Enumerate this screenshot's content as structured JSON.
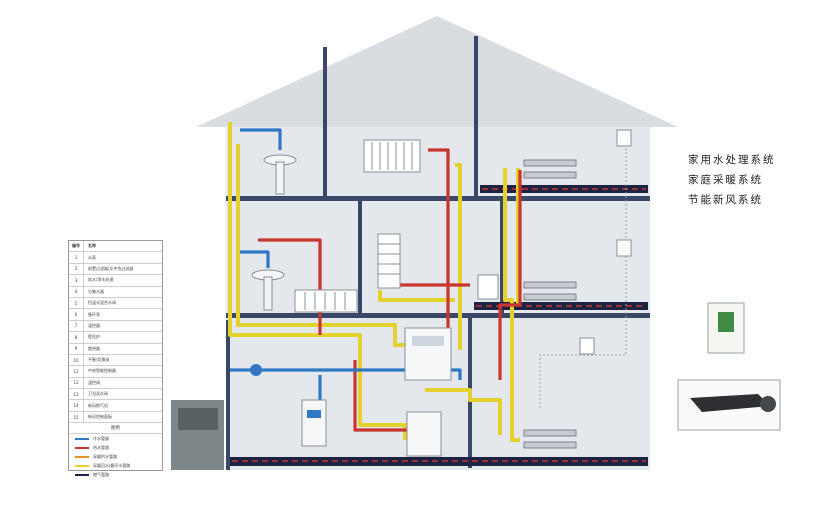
{
  "systems": [
    {
      "label": "家用水处理系统"
    },
    {
      "label": "家庭采暖系统"
    },
    {
      "label": "节能新风系统"
    }
  ],
  "legend": {
    "header_num": "编号",
    "header_name": "名称",
    "items": [
      {
        "num": "1",
        "name": "水表"
      },
      {
        "num": "2",
        "name": "前置过滤器/反冲洗过滤器"
      },
      {
        "num": "3",
        "name": "软水/净水处理"
      },
      {
        "num": "4",
        "name": "分集水器"
      },
      {
        "num": "5",
        "name": "恒温式混合水阀"
      },
      {
        "num": "6",
        "name": "循环泵"
      },
      {
        "num": "7",
        "name": "温控器"
      },
      {
        "num": "8",
        "name": "壁挂炉"
      },
      {
        "num": "9",
        "name": "散热器"
      },
      {
        "num": "10",
        "name": "平衡/切换阀"
      },
      {
        "num": "11",
        "name": "中央智能控制器"
      },
      {
        "num": "12",
        "name": "温控阀"
      },
      {
        "num": "13",
        "name": "卫浴混水阀"
      },
      {
        "num": "14",
        "name": "新风换气机"
      },
      {
        "num": "15",
        "name": "新风控制面板"
      }
    ],
    "key_title": "图例",
    "keys": [
      {
        "name": "冷水管路",
        "color": "#2f78c4"
      },
      {
        "name": "热水管路",
        "color": "#c8362d"
      },
      {
        "name": "采暖供水管路",
        "color": "#e8902a"
      },
      {
        "name": "采暖回水/循环水管路",
        "color": "#e3d12e"
      },
      {
        "name": "燃气管路",
        "color": "#1d2342"
      }
    ]
  },
  "colors": {
    "cold": "#2f78c4",
    "hot": "#c8362d",
    "yellow": "#e3d12e",
    "orange": "#e8902a",
    "wall": "#3a4868",
    "house": "#d9dde2"
  },
  "icons": [
    "radiator-icon",
    "manifold-icon",
    "boiler-icon",
    "sink-icon",
    "thermostat-icon",
    "fresh-air-unit-icon",
    "control-panel-icon"
  ]
}
